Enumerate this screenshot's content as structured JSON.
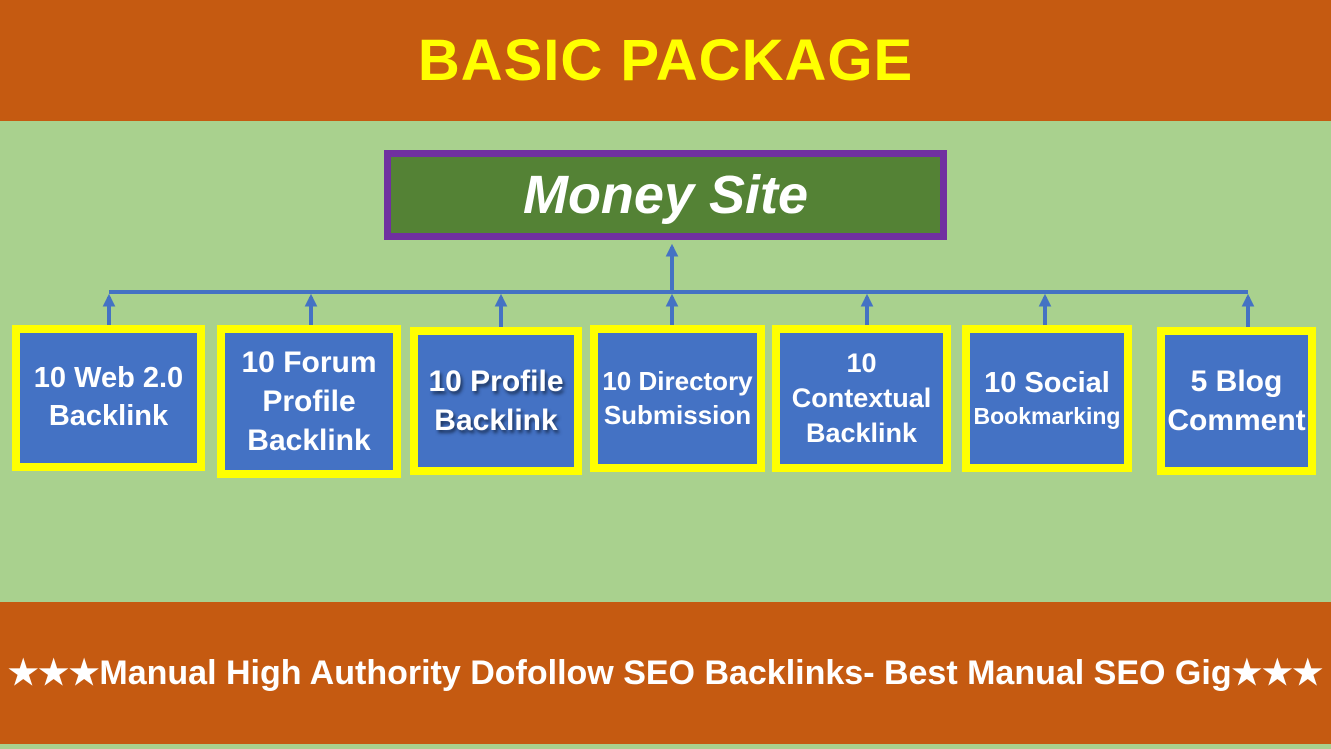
{
  "header": {
    "title": "BASIC PACKAGE"
  },
  "diagram": {
    "root_label": "Money Site",
    "nodes": [
      {
        "label": "10 Web 2.0 Backlink",
        "lines": [
          "10 Web 2.0",
          "Backlink"
        ]
      },
      {
        "label": "10 Forum Profile Backlink",
        "lines": [
          "10 Forum",
          "Profile",
          "Backlink"
        ]
      },
      {
        "label": "10 Profile Backlink",
        "lines": [
          "10 Profile",
          "Backlink"
        ]
      },
      {
        "label": "10 Directory Submission",
        "lines": [
          "10 Directory",
          "Submission"
        ]
      },
      {
        "label": "10 Contextual Backlink",
        "lines": [
          "10",
          "Contextual",
          "Backlink"
        ]
      },
      {
        "label": "10 Social Bookmarking",
        "lines": [
          "10 Social",
          "Bookmarking"
        ]
      },
      {
        "label": "5 Blog Comment",
        "lines": [
          "5 Blog",
          "Comment"
        ]
      }
    ]
  },
  "footer": {
    "text": "★★★Manual High Authority Dofollow SEO Backlinks- Best Manual SEO Gig★★★"
  },
  "colors": {
    "banner_orange": "#C55A11",
    "background_green": "#A9D18E",
    "root_fill_green": "#548235",
    "root_border_purple": "#7030A0",
    "node_fill_blue": "#4472C4",
    "node_border_yellow": "#FFFF00",
    "connector_blue": "#4472C4",
    "title_yellow": "#FFFF00",
    "text_white": "#FFFFFF"
  }
}
